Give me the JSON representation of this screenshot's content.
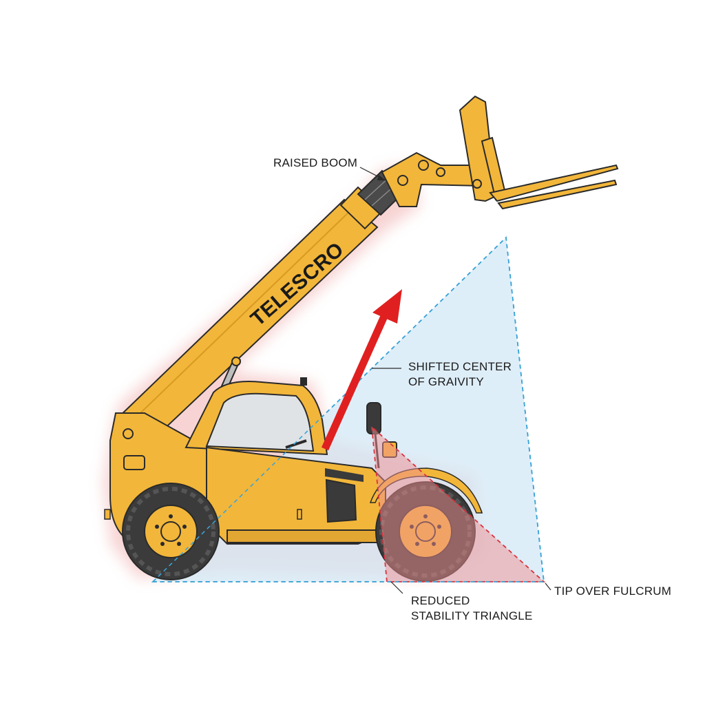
{
  "diagram": {
    "brand_text": "TELESCRO",
    "labels": {
      "raised_boom": "RAISED BOOM",
      "cog_line1": "SHIFTED CENTER",
      "cog_line2": "OF GRAIVITY",
      "triangle_line1": "REDUCED",
      "triangle_line2": "STABILITY TRIANGLE",
      "fulcrum": "TIP OVER FULCRUM"
    },
    "colors": {
      "machine_yellow": "#f2b63a",
      "outline": "#2a2a2a",
      "tire": "#3b3b3b",
      "stability_fill": "#cfe6f5",
      "stability_line": "#3aa3d6",
      "reduced_fill": "#f3b1b1",
      "reduced_line": "#d9323c",
      "arrow": "#e02020",
      "glow": "#f7c9c9"
    },
    "icons": [
      "telehandler-machine",
      "cog-shift-arrow",
      "fork-carriage"
    ]
  }
}
